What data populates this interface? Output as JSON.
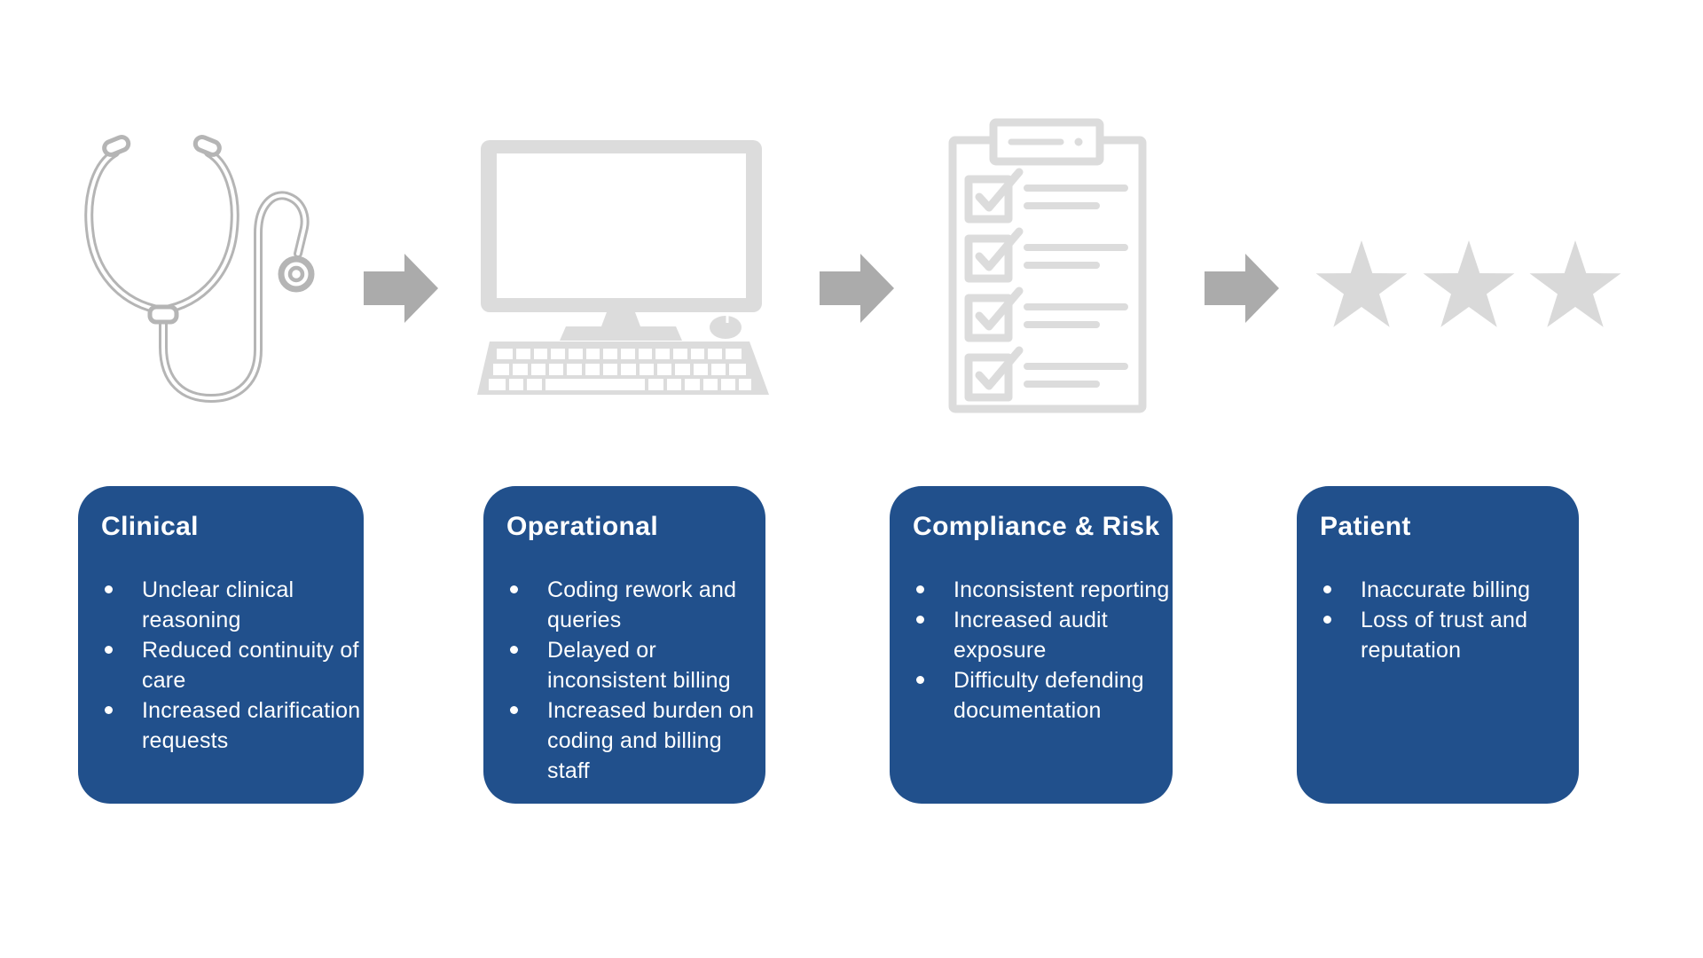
{
  "slide": {
    "background": "#FFFFFF",
    "description": "Four-stage flow: stethoscope to computer to checklist to stars, each with an impact card"
  },
  "colors": {
    "card_blue": "#21508C",
    "card_text": "#FFFFFF",
    "arrow_gray": "#ABABAB",
    "stethoscope_gray": "#B5B5B5",
    "device_gray": "#DCDCDC",
    "star_gray": "#D9D9D9"
  },
  "flow": {
    "icons": [
      "stethoscope-icon",
      "computer-icon",
      "checklist-icon",
      "three-stars-icon"
    ],
    "arrow_count": 3,
    "star_count": 3,
    "checklist_row_count": 4
  },
  "columns": [
    {
      "title": "Clinical",
      "bullets": [
        "Unclear clinical reasoning",
        "Reduced continuity of care",
        "Increased clarification requests"
      ]
    },
    {
      "title": "Operational",
      "bullets": [
        "Coding rework and queries",
        "Delayed or inconsistent billing",
        "Increased burden on coding and billing staff"
      ]
    },
    {
      "title": "Compliance & Risk",
      "bullets": [
        "Inconsistent reporting",
        "Increased audit exposure",
        "Difficulty defending documentation"
      ]
    },
    {
      "title": "Patient",
      "bullets": [
        "Inaccurate billing",
        "Loss of trust and reputation"
      ]
    }
  ]
}
